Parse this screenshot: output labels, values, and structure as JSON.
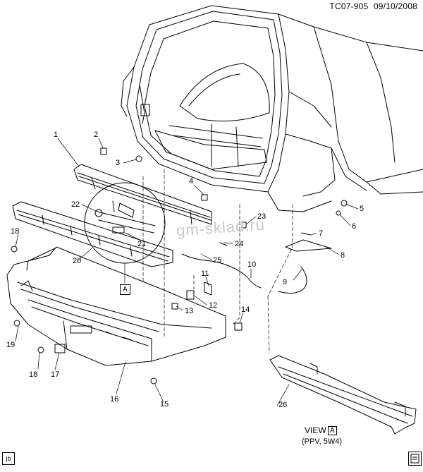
{
  "header": {
    "code": "TC07-905",
    "date": "09/10/2008"
  },
  "callouts": [
    "1",
    "2",
    "3",
    "4",
    "5",
    "6",
    "7",
    "8",
    "9",
    "10",
    "11",
    "12",
    "13",
    "14",
    "15",
    "16",
    "17",
    "18",
    "18",
    "19",
    "20",
    "21",
    "22",
    "23",
    "24",
    "25",
    "26"
  ],
  "view_label": {
    "prefix": "VIEW",
    "letter": "A",
    "sub": "(PPV, 5W4)"
  },
  "box_a": "A",
  "corner_label": "jb",
  "watermark": "gm-sklad.ru"
}
